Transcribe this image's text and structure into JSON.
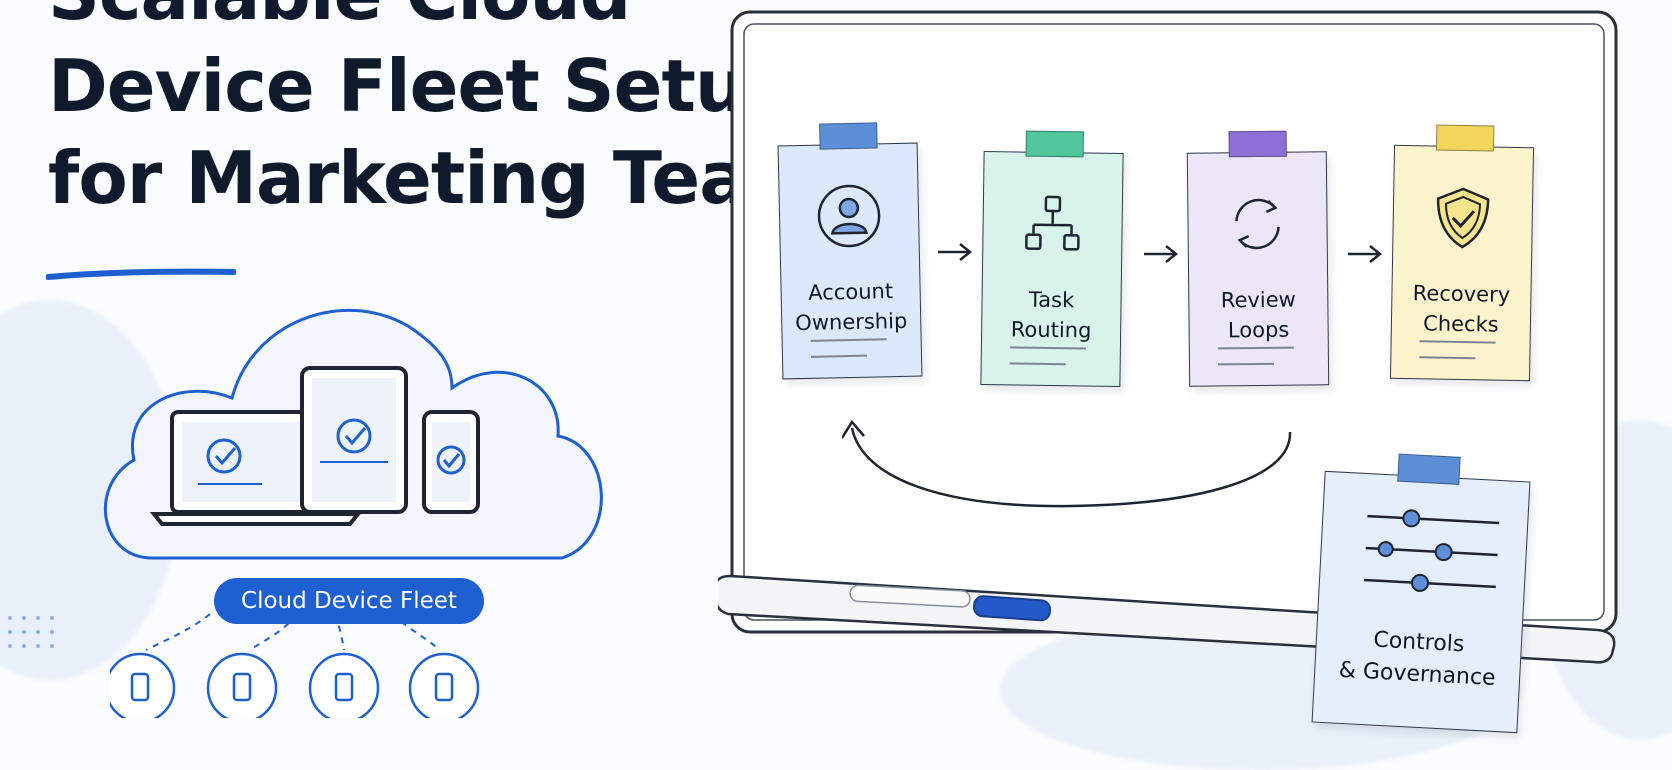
{
  "title": {
    "lines": [
      "Scalable Cloud",
      "Device Fleet Setup",
      "for Marketing Teams"
    ]
  },
  "cloud": {
    "label": "Cloud Device Fleet"
  },
  "workflow": {
    "steps": [
      {
        "label": "Account Ownership",
        "color": "#dce8fb",
        "tape": "#5d8fd8",
        "icon": "user-icon"
      },
      {
        "label": "Task Routing",
        "color": "#d8f3ea",
        "tape": "#4fc79a",
        "icon": "flow-icon"
      },
      {
        "label": "Review Loops",
        "color": "#ece7f8",
        "tape": "#8f6fd6",
        "icon": "cycle-icon"
      },
      {
        "label": "Recovery Checks",
        "color": "#fbf3cc",
        "tape": "#f2d55b",
        "icon": "shield-check-icon"
      }
    ],
    "governance": {
      "label": "Controls & Governance",
      "icon": "sliders-icon"
    }
  },
  "colors": {
    "accent": "#1e5fd1",
    "ink": "#0f1b2d"
  }
}
